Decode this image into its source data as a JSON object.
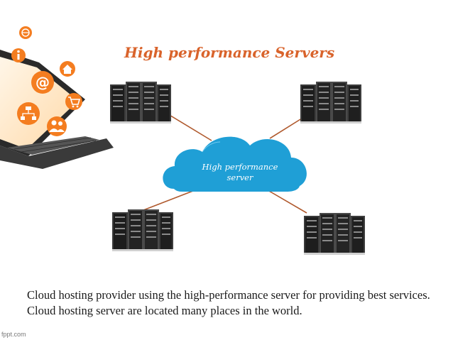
{
  "slide": {
    "title": "High performance Servers",
    "cloud": {
      "line1": "High performance",
      "line2": "server"
    },
    "description": "Cloud hosting provider using the high-performance server for providing best services. Cloud hosting server are located many places in the world.",
    "footer": "fppt.com"
  },
  "icons": [
    "globe-icon",
    "info-icon",
    "email-at-icon",
    "home-icon",
    "sitemap-icon",
    "shopping-cart-icon",
    "users-icon"
  ],
  "colors": {
    "title": "#d9632b",
    "cloud": "#1f9fd6",
    "connector": "#b05a2e",
    "icon_orange": "#f47d20"
  }
}
